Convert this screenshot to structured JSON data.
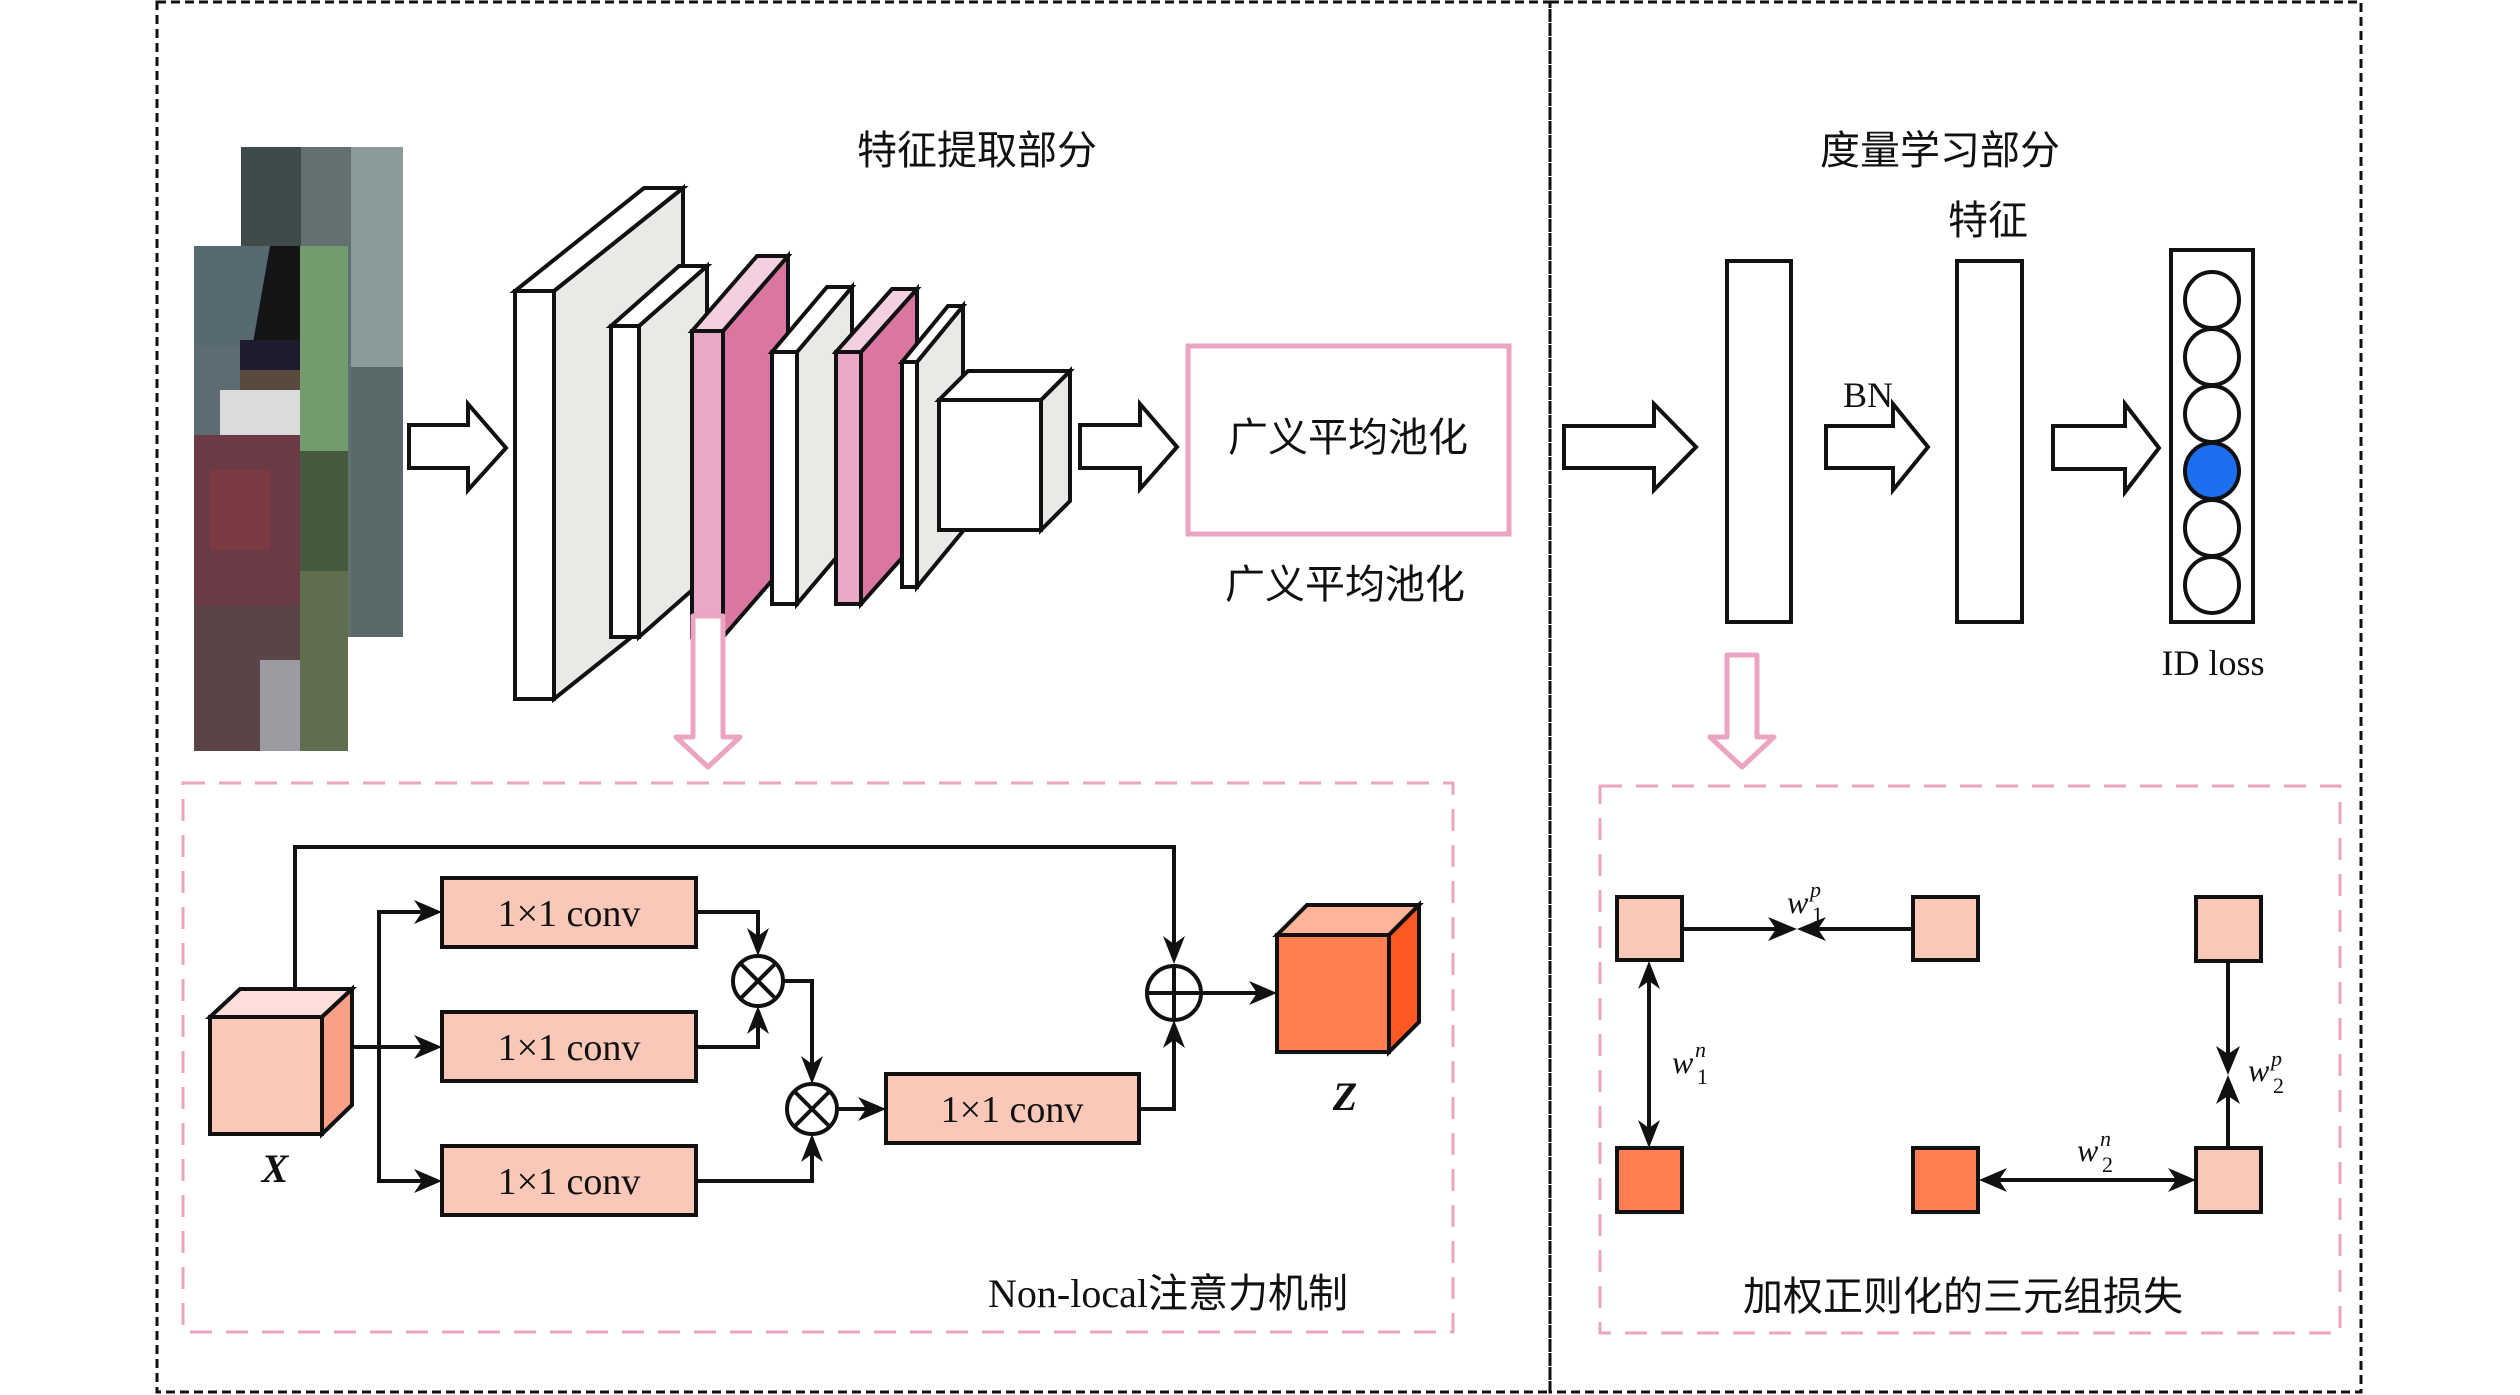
{
  "sections": {
    "feature_extraction": {
      "title": "特征提取部分",
      "pooling_box_label": "广义平均池化",
      "pooling_caption": "广义平均池化"
    },
    "metric_learning": {
      "title": "度量学习部分",
      "feature_label": "特征",
      "bn_label": "BN",
      "id_loss_label": "ID loss",
      "classifier_nodes": 6,
      "highlighted_node_index": 3
    }
  },
  "non_local": {
    "caption": "Non-local注意力机制",
    "input_label": "X",
    "output_label": "Z",
    "conv_labels": [
      "1×1 conv",
      "1×1 conv",
      "1×1 conv",
      "1×1 conv"
    ],
    "multiply_symbol": "⊗",
    "add_symbol": "⊕"
  },
  "triplet": {
    "caption": "加权正则化的三元组损失",
    "weights": [
      {
        "base": "w",
        "sup": "p",
        "sub": "1"
      },
      {
        "base": "w",
        "sup": "n",
        "sub": "1"
      },
      {
        "base": "w",
        "sup": "n",
        "sub": "2"
      },
      {
        "base": "w",
        "sup": "p",
        "sub": "2"
      }
    ]
  },
  "cnn_layers": [
    {
      "type": "conv",
      "color": "gray"
    },
    {
      "type": "conv",
      "color": "gray"
    },
    {
      "type": "attention",
      "color": "pink"
    },
    {
      "type": "conv",
      "color": "gray"
    },
    {
      "type": "attention",
      "color": "pink"
    },
    {
      "type": "conv",
      "color": "gray"
    },
    {
      "type": "output",
      "color": "gray"
    }
  ],
  "colors": {
    "pink_accent": "#EBA4C2",
    "pink_layer_front": "#EAA8C8",
    "pink_layer_side": "#D977A2",
    "pink_layer_top": "#F4CFE0",
    "gray_layer_side": "#E8EAE6",
    "salmon_light": "#F9C8B8",
    "salmon_side": "#F9A088",
    "salmon_top": "#FDDEDB",
    "orange_front": "#FF7F50",
    "orange_side": "#FF5722",
    "orange_top": "#FFB399",
    "highlight_blue": "#1E6EF0"
  }
}
